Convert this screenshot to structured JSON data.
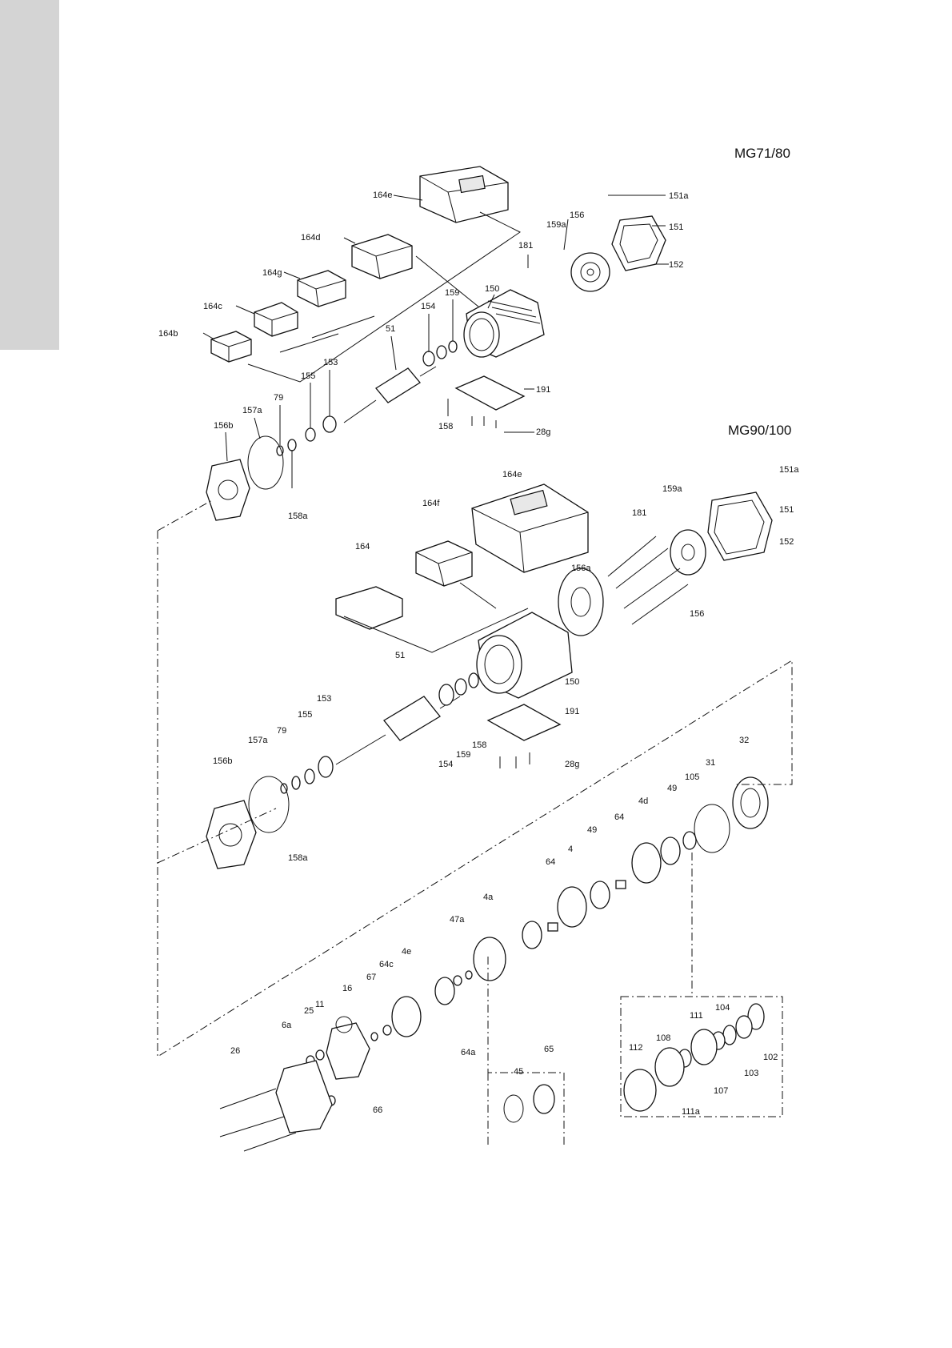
{
  "titles": {
    "top": "MG71/80",
    "bottom": "MG90/100"
  },
  "colors": {
    "side_tab": "#d4d4d4",
    "line": "#111111"
  },
  "labels": [
    "164e",
    "151a",
    "156",
    "159a",
    "151",
    "164d",
    "181",
    "152",
    "164g",
    "150",
    "159",
    "154",
    "164c",
    "51",
    "164b",
    "153",
    "191",
    "155",
    "79",
    "157a",
    "156b",
    "158",
    "28g",
    "158a",
    "164e",
    "151a",
    "159a",
    "151",
    "164f",
    "181",
    "152",
    "164",
    "156a",
    "156",
    "51",
    "150",
    "153",
    "191",
    "155",
    "79",
    "157a",
    "154",
    "159",
    "158",
    "156b",
    "28g",
    "32",
    "31",
    "105",
    "49",
    "4d",
    "64",
    "49",
    "4",
    "64",
    "4a",
    "47a",
    "4e",
    "64c",
    "67",
    "64a",
    "16",
    "11",
    "25",
    "6a",
    "26",
    "66",
    "65",
    "45",
    "104",
    "111",
    "108",
    "112",
    "103",
    "102",
    "107",
    "111a",
    "158a"
  ]
}
